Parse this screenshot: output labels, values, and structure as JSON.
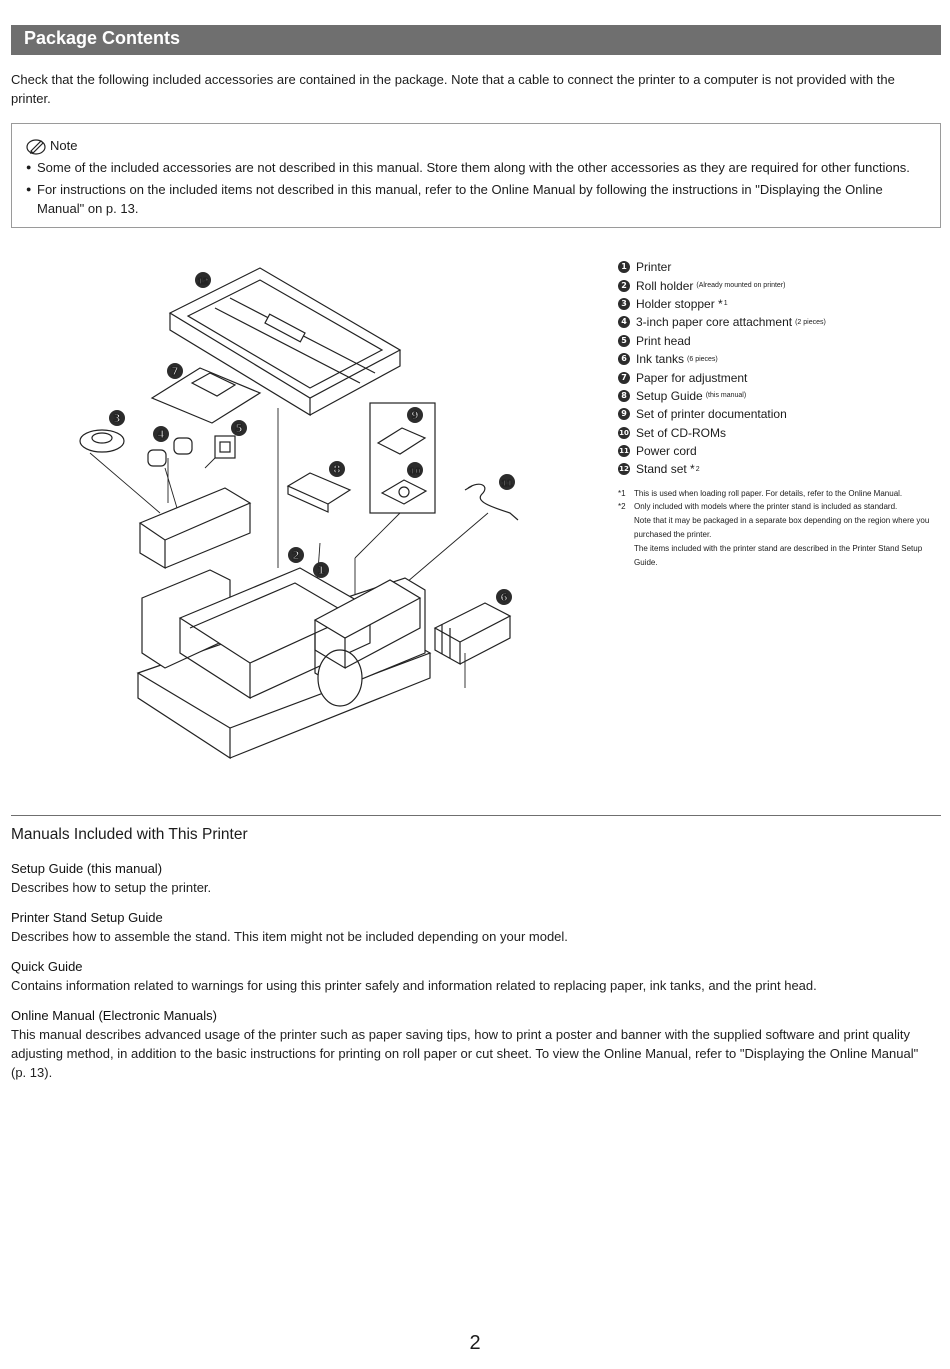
{
  "header": {
    "title": "Package Contents"
  },
  "intro": "Check that the following included accessories are contained in the package. Note that a cable to connect the printer to a computer is not provided with the printer.",
  "note": {
    "label": "Note",
    "items": [
      "Some of the included accessories are not described in this manual. Store them along with the other accessories as they are required for other functions.",
      "For instructions on the included items not described in this manual, refer to the Online Manual by following the instructions in \"Displaying the Online Manual\" on p. 13."
    ]
  },
  "diagram": {
    "callouts": [
      "1",
      "2",
      "3",
      "4",
      "5",
      "6",
      "7",
      "8",
      "9",
      "10",
      "11",
      "12"
    ]
  },
  "parts": [
    {
      "num": "1",
      "name": "Printer",
      "qualifier": "",
      "footnote": ""
    },
    {
      "num": "2",
      "name": "Roll holder",
      "qualifier": "(Already mounted on printer)",
      "footnote": ""
    },
    {
      "num": "3",
      "name": "Holder stopper *",
      "qualifier": "",
      "footnote": "1"
    },
    {
      "num": "4",
      "name": "3-inch paper core attachment",
      "qualifier": "(2 pieces)",
      "footnote": ""
    },
    {
      "num": "5",
      "name": "Print head",
      "qualifier": "",
      "footnote": ""
    },
    {
      "num": "6",
      "name": "Ink tanks",
      "qualifier": "(6 pieces)",
      "footnote": ""
    },
    {
      "num": "7",
      "name": "Paper for adjustment",
      "qualifier": "",
      "footnote": ""
    },
    {
      "num": "8",
      "name": "Setup Guide",
      "qualifier": "(this manual)",
      "footnote": ""
    },
    {
      "num": "9",
      "name": "Set of printer documentation",
      "qualifier": "",
      "footnote": ""
    },
    {
      "num": "10",
      "name": "Set of CD-ROMs",
      "qualifier": "",
      "footnote": ""
    },
    {
      "num": "11",
      "name": "Power cord",
      "qualifier": "",
      "footnote": ""
    },
    {
      "num": "12",
      "name": "Stand set *",
      "qualifier": "",
      "footnote": "2"
    }
  ],
  "footnotes": {
    "fn1_mark": "*1",
    "fn1": "This is used when loading roll paper. For details, refer to the Online Manual.",
    "fn2_mark": "*2",
    "fn2_a": "Only included with models where the printer stand is included as standard.",
    "fn2_b": "Note that it may be packaged in a separate box depending on the region where you purchased the printer.",
    "fn2_c": "The items included with the printer stand are described in the Printer Stand Setup Guide."
  },
  "manuals": {
    "title": "Manuals Included with This Printer",
    "items": [
      {
        "name": "Setup Guide (this manual)",
        "desc": "Describes how to setup the printer."
      },
      {
        "name": "Printer Stand Setup Guide",
        "desc": "Describes how to assemble the stand. This item might not be included depending on your model."
      },
      {
        "name": "Quick Guide",
        "desc": "Contains information related to warnings for using this printer safely and information related to replacing paper, ink tanks, and the print head."
      },
      {
        "name": "Online Manual (Electronic Manuals)",
        "desc": "This manual describes advanced usage of the printer such as paper saving tips, how to print a poster and banner with the supplied software and print quality adjusting method, in addition to the basic instructions for printing on roll paper or cut sheet. To view the Online Manual, refer to \"Displaying the Online Manual\" (p. 13)."
      }
    ]
  },
  "page_number": "2"
}
